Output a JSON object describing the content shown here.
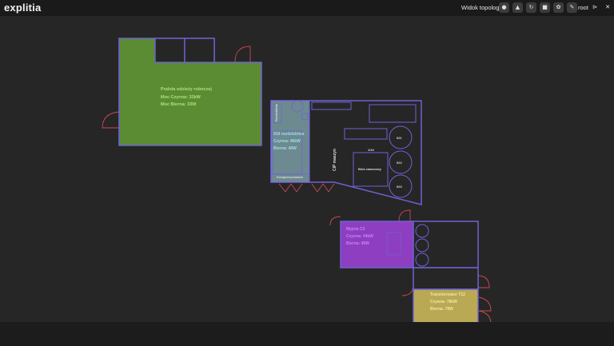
{
  "app": {
    "logo": "explitia"
  },
  "toolbar": {
    "view_label": "Widok topologii",
    "user": "root",
    "buttons": [
      {
        "icon": "chat-icon",
        "glyph": "●"
      },
      {
        "icon": "warning-icon",
        "glyph": "▲"
      },
      {
        "icon": "refresh-icon",
        "glyph": "↻"
      },
      {
        "icon": "save-icon",
        "glyph": "■"
      },
      {
        "icon": "settings-icon",
        "glyph": "✿"
      },
      {
        "icon": "edit-icon",
        "glyph": "✎"
      }
    ],
    "logout_glyph": "⊳",
    "close_glyph": "✕"
  },
  "zones": {
    "pralnia": {
      "name": "Pralnia odzieży roboczej",
      "active": "Moc Czynna: 33kW",
      "reactive": "Moc Bierna: 33W",
      "color": "#5b8c33",
      "text_color": "#a9e27a"
    },
    "rozdzielnia": {
      "name": "919 rozdzielnica",
      "active": "Czynna: 46kW",
      "reactive": "Bierna: 46W",
      "color": "#a8dde8",
      "text_color": "#9fdde8"
    },
    "myjnia": {
      "name": "Myjnia C3",
      "active": "Czynna: 44kW",
      "reactive": "Bierna: 45W",
      "color": "#8e3ec1",
      "text_color": "#c686ee"
    },
    "transformator": {
      "name": "Transformator T12",
      "active": "Czynna: 78kW",
      "reactive": "Bierna: 78W",
      "color": "#b9a955",
      "text_color": "#f3e7a0"
    }
  },
  "rooms": {
    "cip": "CIP maszyn",
    "blok": "Blok zaworowy",
    "num": "1/24",
    "tanks": [
      "921",
      "922",
      "923"
    ],
    "rozdz_small": "Rozdzielnia",
    "kompr": "Kompresorownia"
  }
}
